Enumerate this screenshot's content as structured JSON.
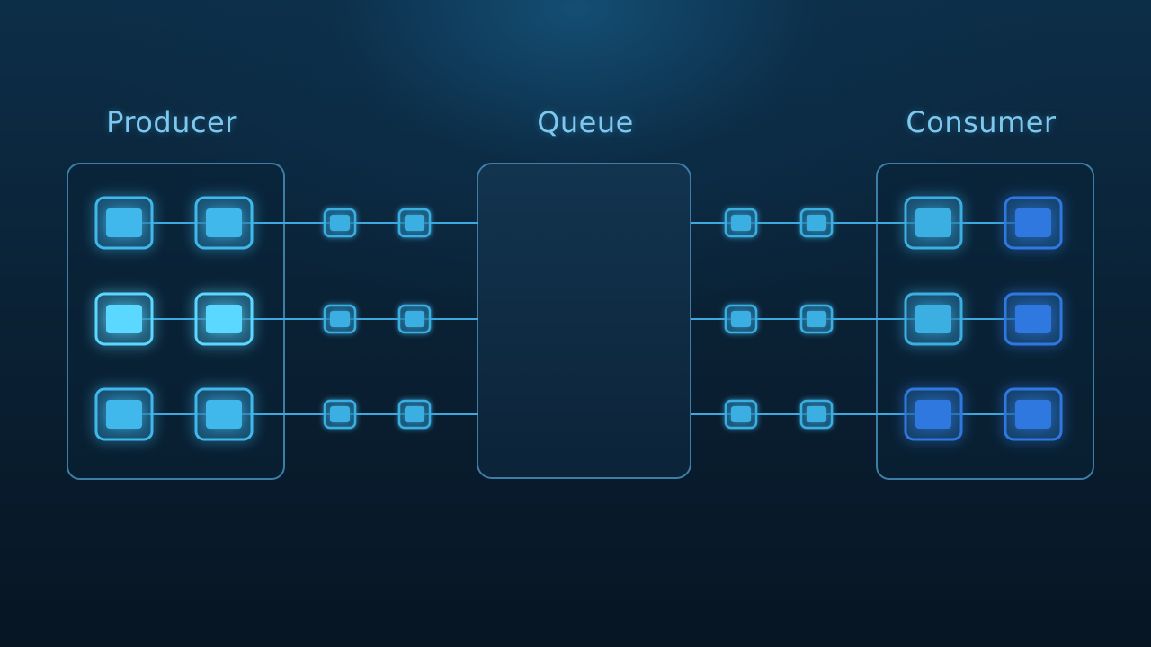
{
  "diagram": {
    "producer": {
      "label": "Producer"
    },
    "queue": {
      "label": "Queue"
    },
    "consumer": {
      "label": "Consumer"
    },
    "rows": 3,
    "colors": {
      "producer_node": "#3fb8ec",
      "producer_node_bright": "#5ad8ff",
      "consumer_node": "#3a8ee0",
      "consumer_node_deep": "#2f78e0",
      "message_node": "#3aaee2",
      "connector": "#3ea9de",
      "panel_stroke": "#3d7ea6",
      "title": "#7cc8ee"
    }
  }
}
